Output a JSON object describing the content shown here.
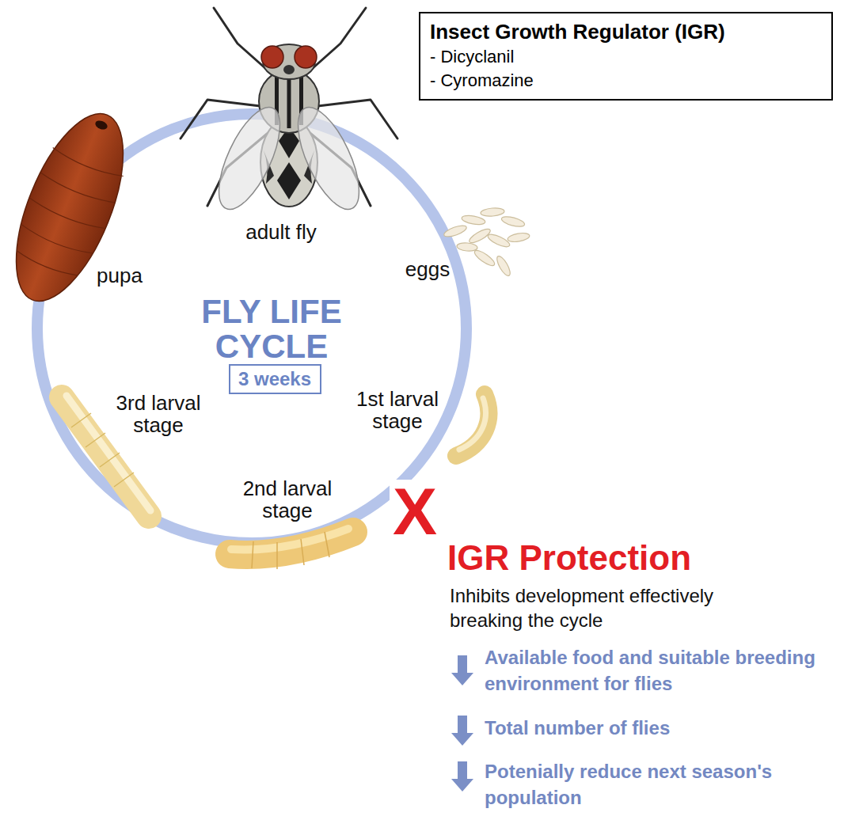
{
  "diagram": {
    "nodes": [
      {
        "text": [
          "FLY LIFE CYCLE"
        ]
      },
      {
        "text": [
          "3 weeks"
        ],
        "in": 0
      },
      {
        "text": [
          "Insect Growth Regulator (IGR)",
          "- Dicyclanil",
          "- Cyromazine"
        ]
      }
    ],
    "labels": [
      "adult fly",
      "eggs",
      "1st larval stage",
      "2nd larval stage",
      "3rd larval stage",
      "pupa",
      "X",
      "IGR Protection",
      "Inhibits development effectively breaking the cycle",
      "Available food and suitable breeding environment for flies",
      "Total number of flies",
      "Potenially reduce next season's population"
    ]
  }
}
